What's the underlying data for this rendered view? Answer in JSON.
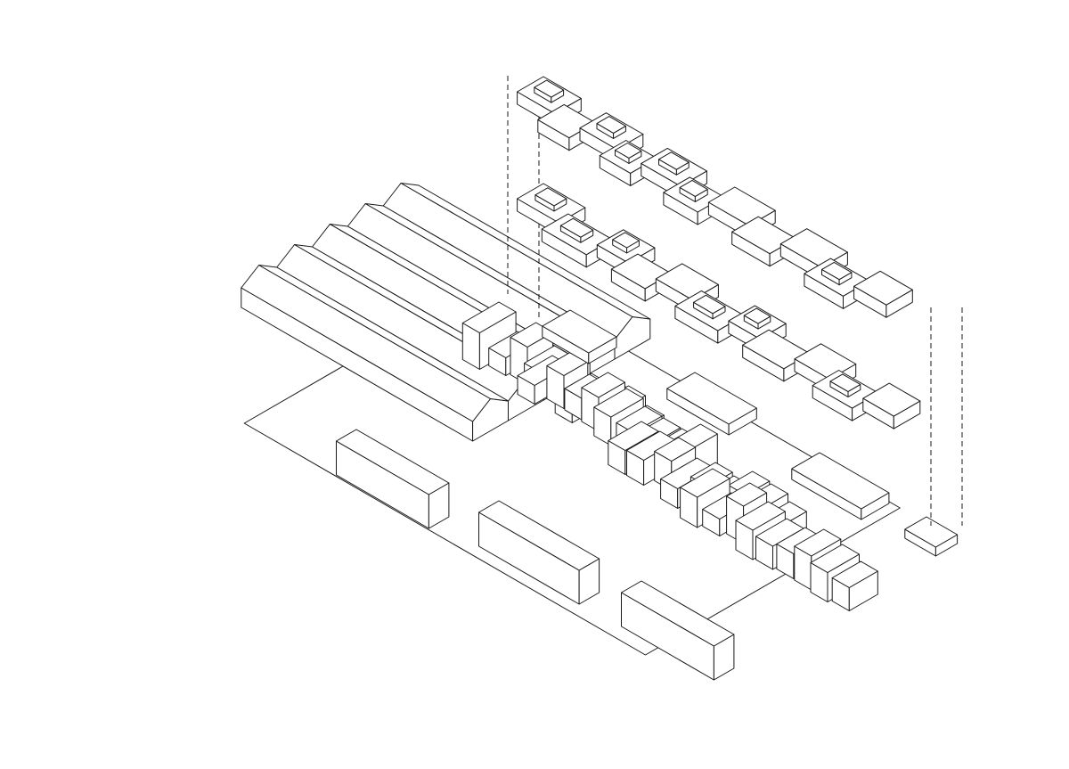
{
  "drawing": {
    "kind": "isometric linework",
    "line_color": "#1a1a1a",
    "background": "#ffffff",
    "parts": {
      "warehouse_sheds": 5,
      "rowhouse_rows": 4,
      "floating_upper_plan_tiers": 2
    }
  }
}
